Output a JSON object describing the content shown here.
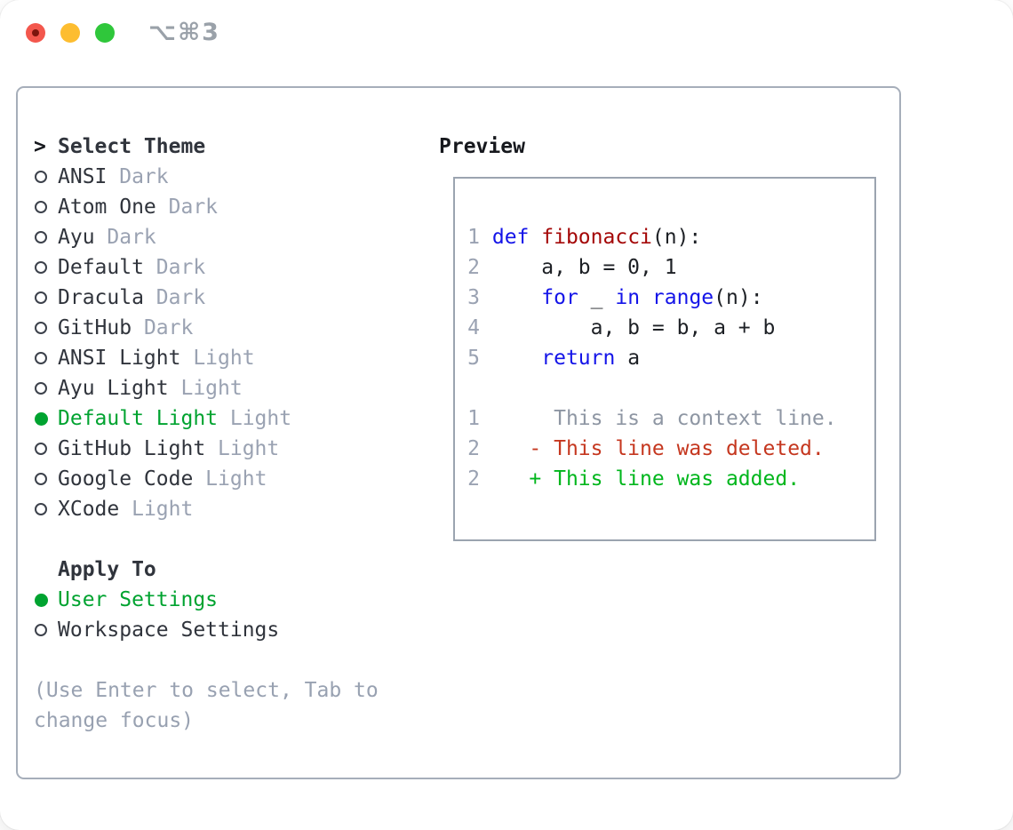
{
  "window": {
    "title": "⌥⌘3",
    "traffic_lights": [
      {
        "name": "close",
        "color": "#f3574d"
      },
      {
        "name": "minimize",
        "color": "#fdbd30"
      },
      {
        "name": "zoom",
        "color": "#2fc73b"
      }
    ]
  },
  "theme_selector": {
    "header": "Select Theme",
    "header_marker": ">",
    "items": [
      {
        "name": "ANSI",
        "variant": "Dark",
        "selected": false
      },
      {
        "name": "Atom One",
        "variant": "Dark",
        "selected": false
      },
      {
        "name": "Ayu",
        "variant": "Dark",
        "selected": false
      },
      {
        "name": "Default",
        "variant": "Dark",
        "selected": false
      },
      {
        "name": "Dracula",
        "variant": "Dark",
        "selected": false
      },
      {
        "name": "GitHub",
        "variant": "Dark",
        "selected": false
      },
      {
        "name": "ANSI Light",
        "variant": "Light",
        "selected": false
      },
      {
        "name": "Ayu Light",
        "variant": "Light",
        "selected": false
      },
      {
        "name": "Default Light",
        "variant": "Light",
        "selected": true
      },
      {
        "name": "GitHub Light",
        "variant": "Light",
        "selected": false
      },
      {
        "name": "Google Code",
        "variant": "Light",
        "selected": false
      },
      {
        "name": "XCode",
        "variant": "Light",
        "selected": false
      }
    ]
  },
  "apply_to": {
    "header": "Apply To",
    "options": [
      {
        "label": "User Settings",
        "selected": true
      },
      {
        "label": "Workspace Settings",
        "selected": false
      }
    ]
  },
  "help_text": "(Use Enter to select, Tab to change focus)",
  "preview": {
    "header": "Preview",
    "code_lines": [
      {
        "num": "1",
        "tokens": [
          {
            "text": "def",
            "type": "keyword"
          },
          {
            "text": " ",
            "type": "plain"
          },
          {
            "text": "fibonacci",
            "type": "function"
          },
          {
            "text": "(n):",
            "type": "plain"
          }
        ]
      },
      {
        "num": "2",
        "tokens": [
          {
            "text": "    a, b = 0, 1",
            "type": "plain"
          }
        ]
      },
      {
        "num": "3",
        "tokens": [
          {
            "text": "    ",
            "type": "plain"
          },
          {
            "text": "for",
            "type": "keyword"
          },
          {
            "text": " _ ",
            "type": "plain"
          },
          {
            "text": "in",
            "type": "keyword"
          },
          {
            "text": " ",
            "type": "plain"
          },
          {
            "text": "range",
            "type": "keyword"
          },
          {
            "text": "(n):",
            "type": "plain"
          }
        ]
      },
      {
        "num": "4",
        "tokens": [
          {
            "text": "        a, b = b, a + b",
            "type": "plain"
          }
        ]
      },
      {
        "num": "5",
        "tokens": [
          {
            "text": "    ",
            "type": "plain"
          },
          {
            "text": "return",
            "type": "keyword"
          },
          {
            "text": " a",
            "type": "plain"
          }
        ]
      }
    ],
    "diff_lines": [
      {
        "num": "1",
        "text": "     This is a context line.",
        "type": "context"
      },
      {
        "num": "2",
        "text": "   - This line was deleted.",
        "type": "deleted"
      },
      {
        "num": "2",
        "text": "   + This line was added.",
        "type": "added"
      }
    ]
  },
  "colors": {
    "selection_green": "#00a330",
    "added_green": "#00b61c",
    "deleted_red": "#c5371f",
    "keyword_blue": "#1414e8",
    "function_red": "#a40707",
    "muted_gray": "#9aa2b2",
    "text_dark": "#30343c",
    "panel_border": "#a6aeba"
  }
}
